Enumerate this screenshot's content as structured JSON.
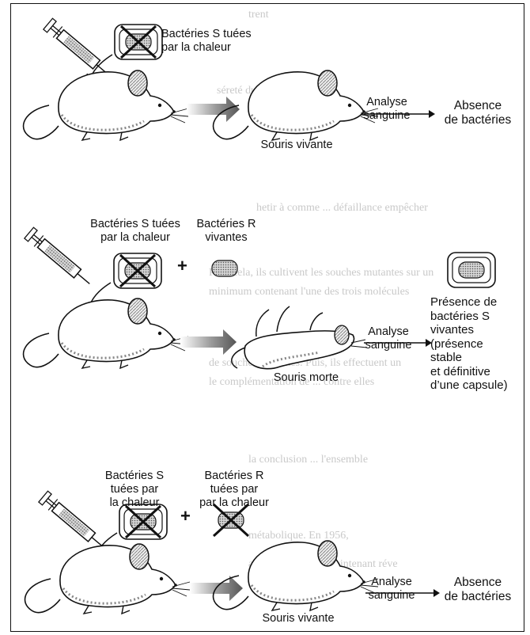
{
  "panels": [
    {
      "injected_label": "Bactéries S tuées\npar la chaleur",
      "result_label": "Souris vivante",
      "analysis_label": "Analyse\nsanguine",
      "outcome_label": "Absence\nde bactéries"
    },
    {
      "injected_label_1": "Bactéries S tuées\npar la chaleur",
      "plus": "+",
      "injected_label_2": "Bactéries R\nvivantes",
      "result_label": "Souris morte",
      "analysis_label": "Analyse\nsanguine",
      "outcome_label": "Présence de\nbactéries S\nvivantes\n(présence\nstable\net définitive\nd’une capsule)"
    },
    {
      "injected_label_1": "Bactéries S\ntuées par\nla chaleur",
      "plus": "+",
      "injected_label_2": "Bactéries R\ntuées par\npar la chaleur",
      "result_label": "Souris vivante",
      "analysis_label": "Analyse\nsanguine",
      "outcome_label": "Absence\nde bactéries"
    }
  ],
  "colors": {
    "ink": "#111111",
    "background": "#ffffff",
    "arrow_gradient_end": "#666666"
  }
}
